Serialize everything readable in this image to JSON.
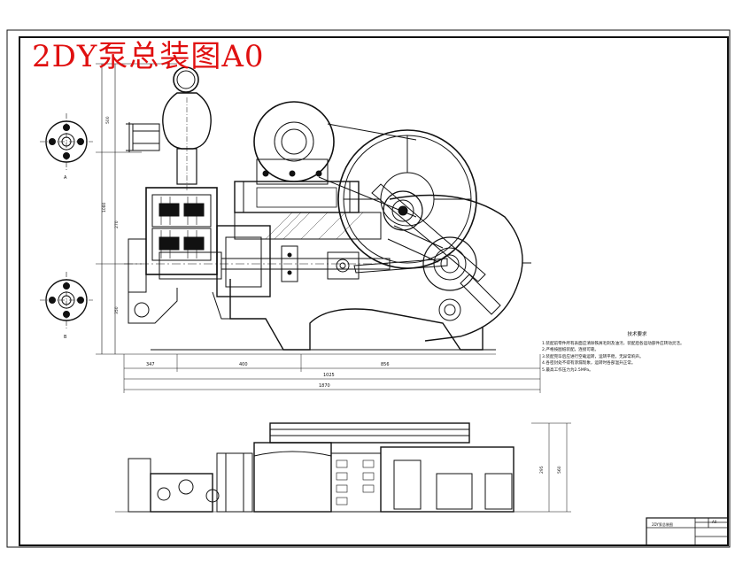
{
  "title": "2DY泵总装图A0",
  "dimensions": {
    "d_347": "347",
    "d_400": "400",
    "d_856": "856",
    "d_1025": "1025",
    "d_1870": "1870",
    "v_500": "500",
    "v_1080": "1080",
    "v_270": "270",
    "v_350": "350",
    "v_295": "295",
    "v_560": "560"
  },
  "section_labels": {
    "a": "A",
    "b": "B"
  },
  "notes": {
    "title": "技术要求",
    "lines": [
      "1.装配前零件所有表面应清除铁屑毛刺及油污，装配后各运动部件应转动灵活。",
      "2.严格按图纸装配，连接可靠。",
      "3.装配完毕后应进行空载运转，运转平稳，无异常响声。",
      "4.各密封处不得有渗漏现象，运转时各部温升正常。",
      "5.最高工作压力为2.5MPa。"
    ]
  },
  "title_block": {
    "name": "2DY泵总装图",
    "code": "A0"
  }
}
